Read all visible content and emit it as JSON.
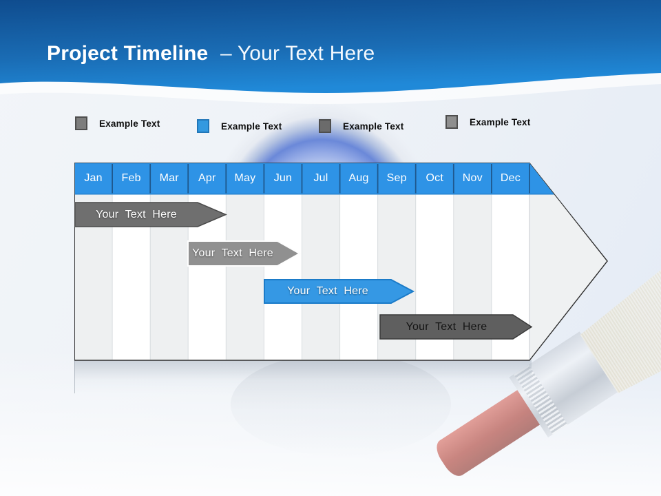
{
  "title": {
    "bold": "Project Timeline",
    "rest": "– Your Text Here"
  },
  "legend": {
    "items": [
      {
        "label": "Example Text",
        "swatch_color": "#7d7d7d"
      },
      {
        "label": "Example Text",
        "swatch_color": "#3399e0"
      },
      {
        "label": "Example Text",
        "swatch_color": "#6b6b6b"
      },
      {
        "label": "Example Text",
        "swatch_color": "#8f8f8f"
      }
    ]
  },
  "timeline": {
    "months": [
      "Jan",
      "Feb",
      "Mar",
      "Apr",
      "May",
      "Jun",
      "Jul",
      "Aug",
      "Sep",
      "Oct",
      "Nov",
      "Dec"
    ],
    "header_color": "#2e93e6",
    "month_text_color": "#ffffff",
    "bars": [
      {
        "label": "Your Text Here",
        "row": 1,
        "start_month": "Jan",
        "end_month": "Apr",
        "fill": "#6f6f6f",
        "border": "#4a4a4a",
        "text_color": "#ffffff"
      },
      {
        "label": "Your Text Here",
        "row": 2,
        "start_month": "Apr",
        "end_month": "Jun",
        "fill": "#909090",
        "border": "#fdfdfd",
        "text_color": "#ffffff"
      },
      {
        "label": "Your Text Here",
        "row": 3,
        "start_month": "Jun",
        "end_month": "Sep",
        "fill": "#3598e4",
        "border": "#1b7bc8",
        "text_color": "#ffffff"
      },
      {
        "label": "Your Text Here",
        "row": 4,
        "start_month": "Sep",
        "end_month": "Dec",
        "fill": "#5f5f5f",
        "border": "#3a3a3a",
        "text_color": "#141414"
      }
    ]
  },
  "colors": {
    "header_band_top": "#0f4c8e",
    "header_band_bottom": "#2089d8",
    "column_gray": "#eef0f1",
    "column_white": "#ffffff",
    "slide_background": "#eef2f7"
  }
}
